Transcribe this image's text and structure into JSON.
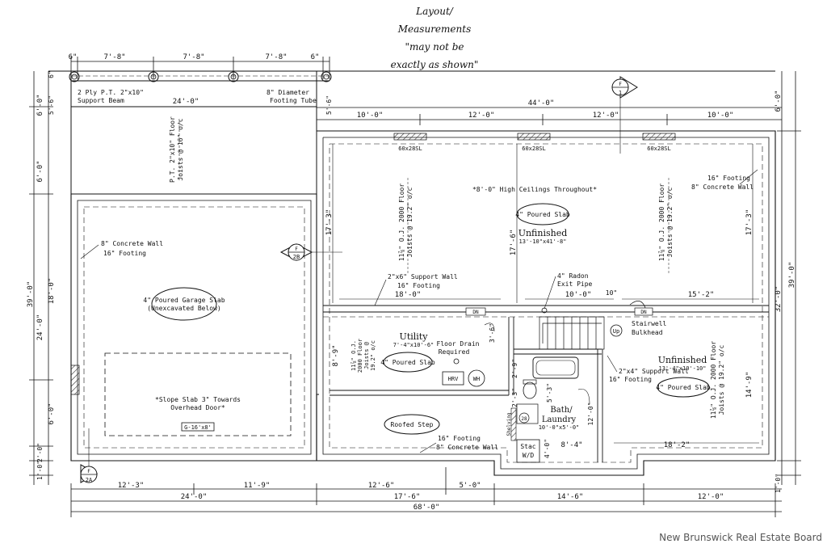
{
  "note": [
    "Layout/",
    "Measurements",
    "\"may not be",
    "exactly as shown\""
  ],
  "watermark": "New Brunswick Real Estate Board",
  "top_dims": [
    "6\"",
    "7'-8\"",
    "7'-8\"",
    "7'-8\"",
    "6\""
  ],
  "dims": {
    "d_24_top": "24'-0\"",
    "d_44": "44'-0\"",
    "d_10_a": "10'-0\"",
    "d_12_a": "12'-0\"",
    "d_12_b": "12'-0\"",
    "d_10_b": "10'-0\"",
    "d_6_tr": "6'-0\"",
    "d_39_r": "39'-0\"",
    "d_32_r": "32'-0\"",
    "d_1_r": "1'-0\"",
    "d_6_l1": "6'-0\"",
    "d_5_6_l": "5'-6\"",
    "d_6_l2": "6'-0\"",
    "d_39_l": "39'-0\"",
    "d_18_l": "18'-0\"",
    "d_24_l": "24'-0\"",
    "d_6_l3": "6'-0\"",
    "d_2_l": "2'-0\"",
    "d_1_l": "1'-0\"",
    "d_6_small": "6\"",
    "d_5_6_g": "5'-6\"",
    "d_17_3_a": "17'-3\"",
    "d_17_6": "17'-6\"",
    "d_17_3_b": "17'-3\"",
    "d_18_0": "18'-0\"",
    "d_10_0": "10'-0\"",
    "d_10in": "10\"",
    "d_15_2": "15'-2\"",
    "d_3_6": "3'-6\"",
    "d_8_9": "8'-9\"",
    "d_2_9": "2'-9\"",
    "d_2_3": "2'-3\"",
    "d_5_3": "5'-3\"",
    "d_12_0v": "12'-0\"",
    "d_4_0": "4'-0\"",
    "d_8_4": "8'-4\"",
    "d_18_2": "18'-2\"",
    "d_14_9": "14'-9\"",
    "d_12_3": "12'-3\"",
    "d_11_9": "11'-9\"",
    "d_12_6": "12'-6\"",
    "d_5_0": "5'-0\"",
    "d_24_bot": "24'-0\"",
    "d_17_6_bot": "17'-6\"",
    "d_14_6": "14'-6\"",
    "d_12_0_bot": "12'-0\"",
    "d_68": "68'-0\""
  },
  "labels": {
    "beam": [
      "2 Ply P.T. 2\"x10\"",
      "Support Beam"
    ],
    "tube": [
      "8\" Diameter",
      "Footing Tube"
    ],
    "garage_joists": [
      "P.T. 2\"x10\" Floor",
      "Joists @ 16\" o/c"
    ],
    "ceilings": "*8'-0\" High Ceilings Throughout*",
    "footing_r": [
      "16\" Footing",
      "8\" Concrete Wall"
    ],
    "window": "60x28SL",
    "slab_top": "4\" Poured Slab",
    "unfinished_top": "Unfinished",
    "unfinished_top_dim": "13'-10\"x41'-8\"",
    "joists_a": [
      "11⅞\" O.J. 2000 Floor",
      "Joists @ 19.2\" o/c"
    ],
    "joists_b": [
      "11⅞\" O.J. 2000 Floor",
      "Joists @ 19.2\" o/c"
    ],
    "wall_left": [
      "8\" Concrete Wall",
      "16\" Footing"
    ],
    "support_wall": [
      "2\"x6\" Support Wall",
      "16\" Footing"
    ],
    "radon": [
      "4\" Radon",
      "Exit Pipe"
    ],
    "garage_slab": [
      "4\" Poured Garage Slab",
      "(Unexcavated Below)"
    ],
    "stair": [
      "Stairwell",
      "Bulkhead"
    ],
    "up": "Up",
    "dn1": "DN",
    "dn2": "DN",
    "utility": "Utility",
    "utility_dim": "7'-4\"x10'-6\"",
    "joists_c": [
      "11⅞\" O.J.",
      "2000 Floor",
      "Joists @",
      "19.2\" o/c"
    ],
    "slab_utility": "4\" Poured Slab",
    "drain": [
      "Floor Drain",
      "Required"
    ],
    "hrv": "HRV",
    "wh": "WH",
    "support_wall2": [
      "2\"x4\" Support Wall",
      "16\" Footing"
    ],
    "unfinished_br": "Unfinished",
    "unfinished_br_dim": "13'-4\"x10'-10\"",
    "slab_br": "4\" Poured Slab",
    "joists_d": [
      "11⅞\" O.J. 2000 Floor",
      "Joists @ 19.2\" o/c"
    ],
    "slope": [
      "*Slope Slab 3\" Towards",
      "Overhead Door*"
    ],
    "door": "G-16'x8'",
    "roofed_step": "Roofed Step",
    "footing_b": [
      "16\" Footing",
      "8\" Concrete Wall"
    ],
    "bath": "Bath/",
    "laundry": "Laundry",
    "laundry_dim": "10'-0\"x5'-0\"",
    "stack": "Stac",
    "wd": "W/D",
    "shelf": "Shelving",
    "sec_top": {
      "letter": "F",
      "num": "1"
    },
    "sec_mid": {
      "letter": "F",
      "num": "2B"
    },
    "sec_bot": {
      "letter": "F",
      "num": "2A"
    }
  },
  "colors": {
    "ink": "#111111",
    "hatch": "#333333"
  }
}
